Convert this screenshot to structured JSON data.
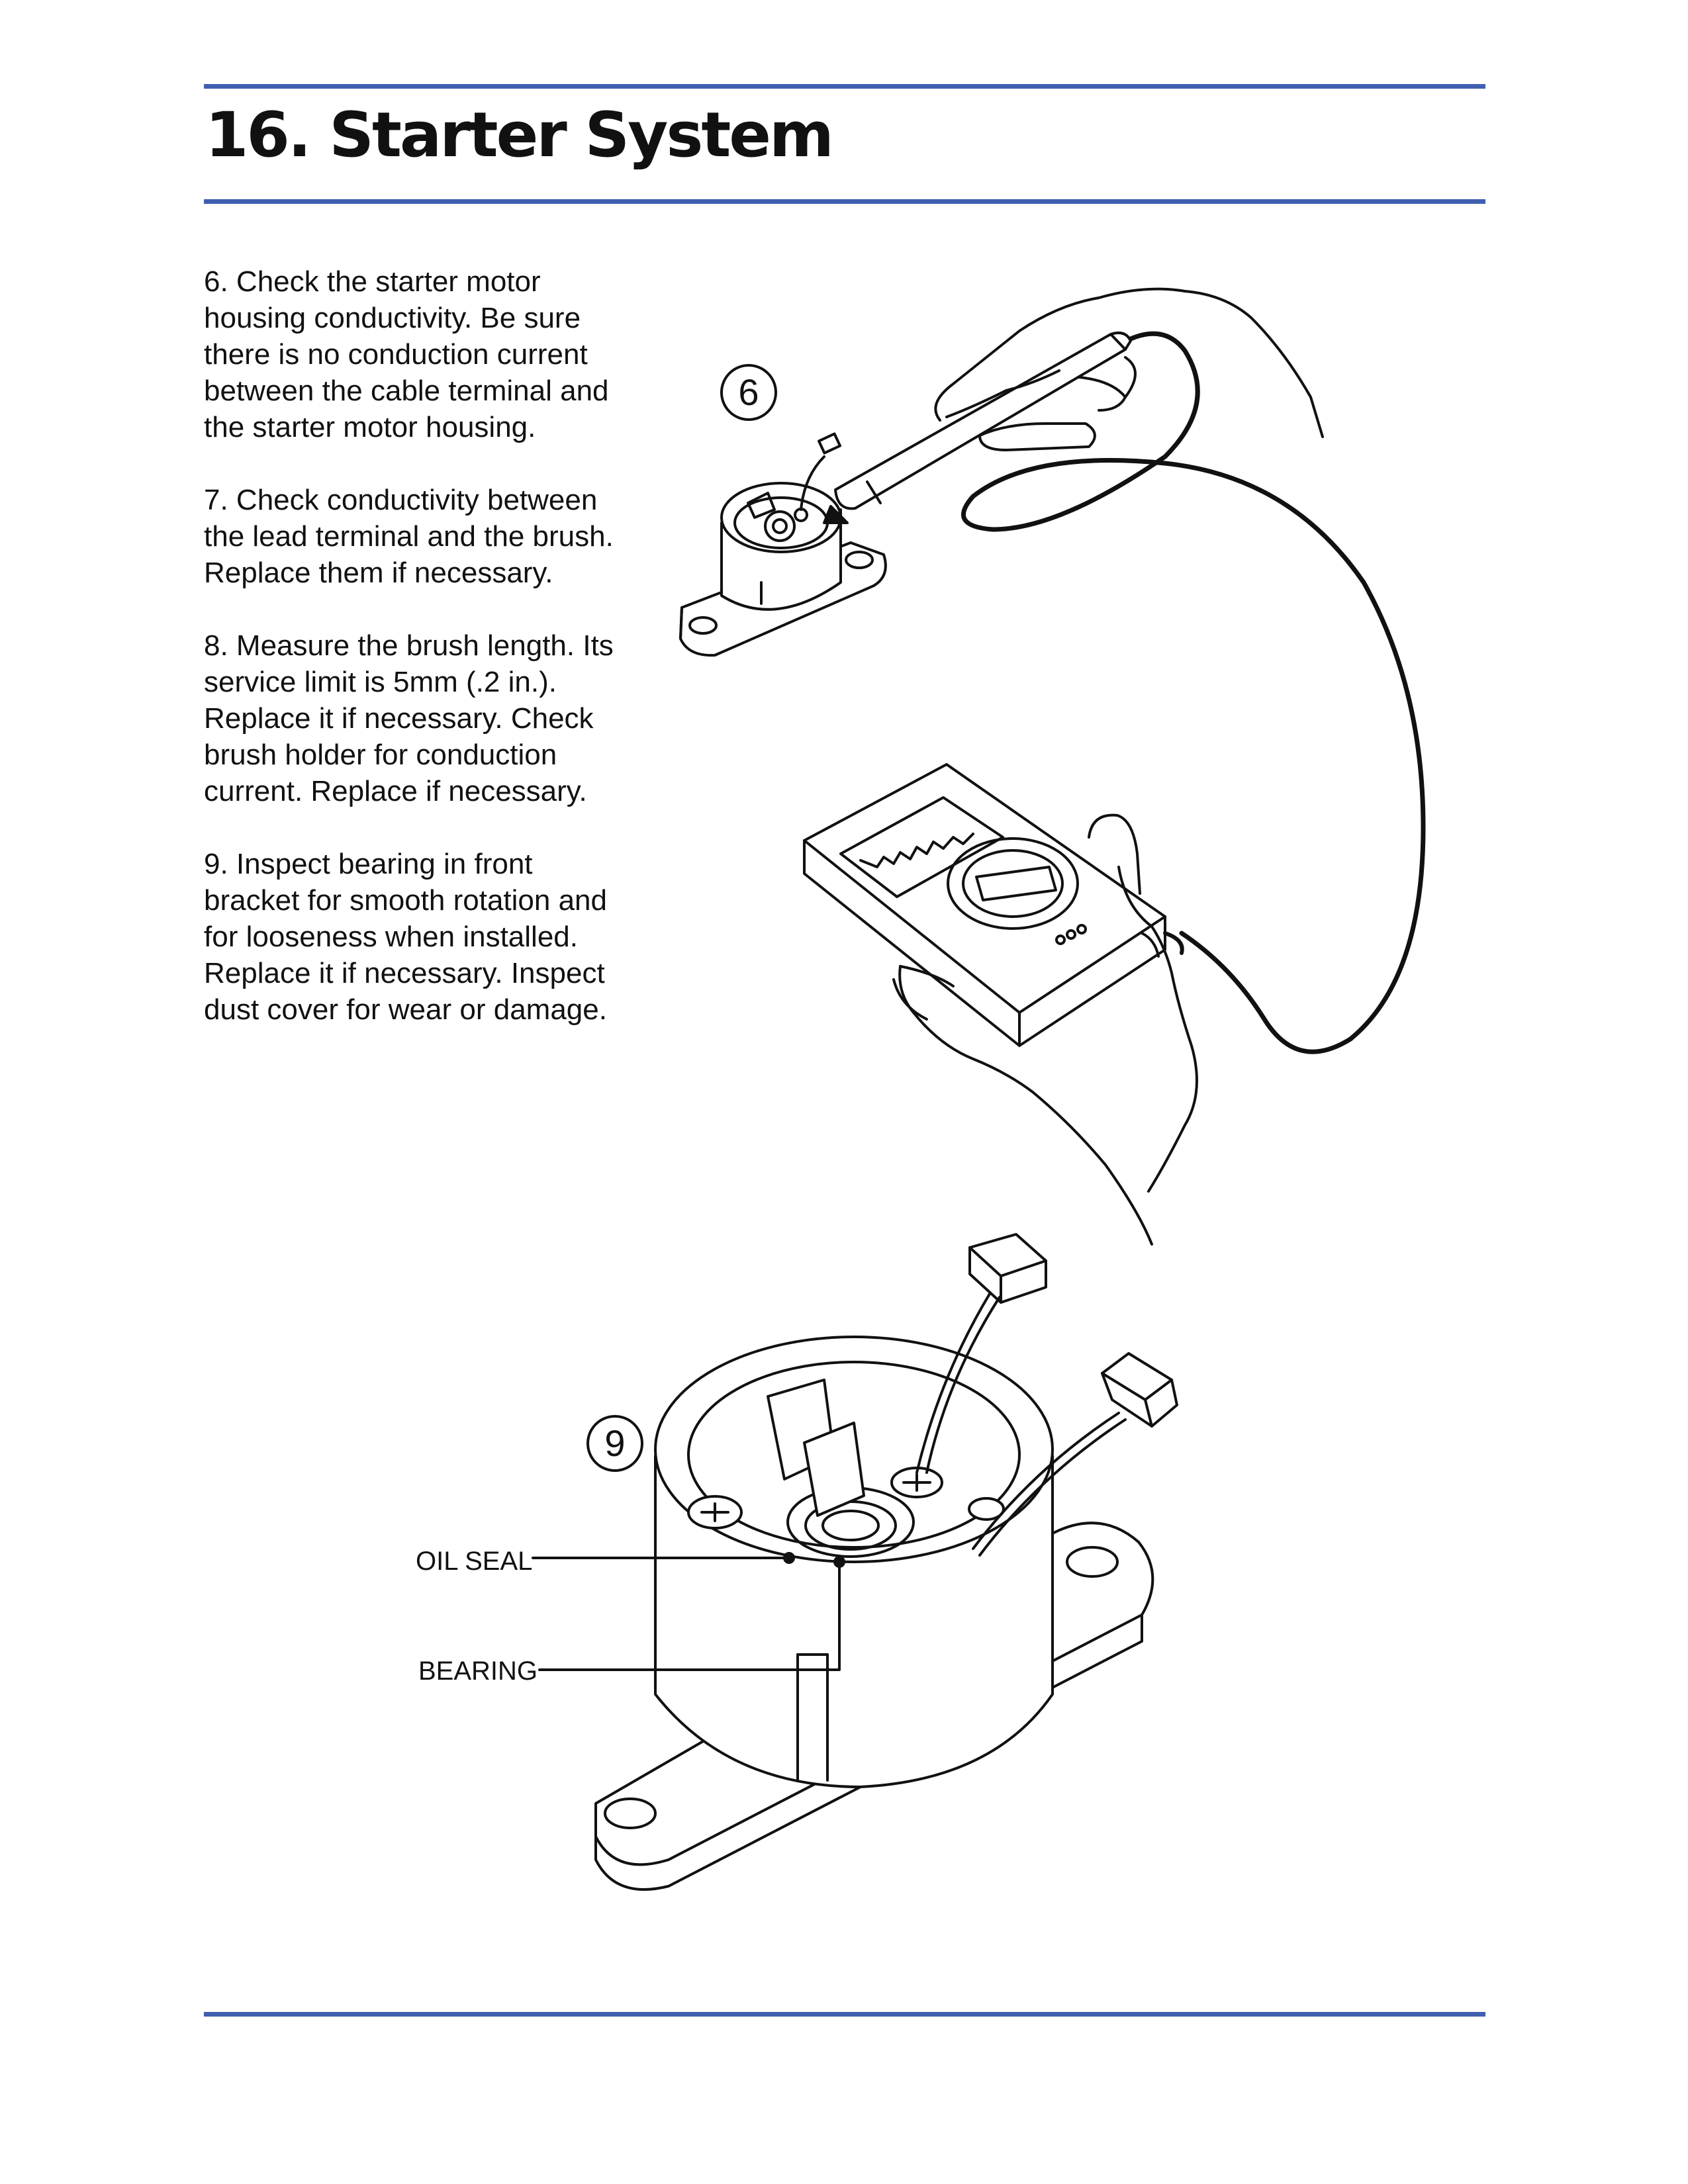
{
  "header": {
    "title": "16. Starter System"
  },
  "steps": [
    {
      "text": "6.  Check the starter motor\nhousing conductivity.  Be sure\nthere is no conduction current\nbetween the cable terminal and\nthe starter motor housing."
    },
    {
      "text": "7.  Check conductivity between\nthe lead terminal and the brush.\nReplace them if necessary."
    },
    {
      "text": "8.  Measure the brush length. Its\nservice limit is 5mm (.2 in.).\nReplace it if necessary. Check\nbrush holder for conduction\ncurrent. Replace if necessary."
    },
    {
      "text": "9.  Inspect bearing in front\nbracket for smooth rotation and\nfor looseness when installed.\nReplace it if necessary. Inspect\ndust cover for wear or damage."
    }
  ],
  "figures": {
    "figure_6_badge": "6",
    "figure_9_badge": "9",
    "callouts": {
      "oil_seal": "OIL SEAL",
      "bearing": "BEARING"
    }
  },
  "colors": {
    "rule": "#3f5fb0",
    "ink": "#111111"
  }
}
